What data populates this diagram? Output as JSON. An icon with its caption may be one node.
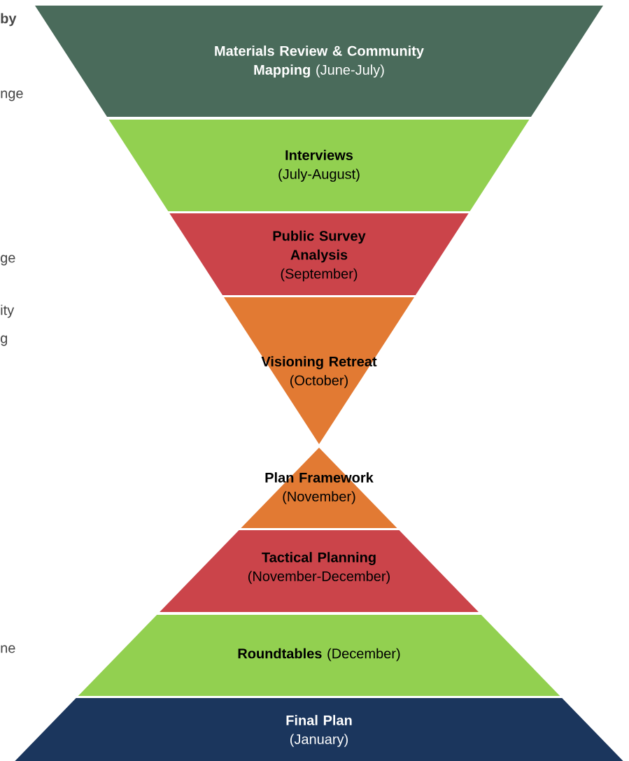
{
  "diagram": {
    "nodes": [
      {
        "text": [
          "**Materials Review & Community Mapping** (June-July)"
        ]
      },
      {
        "text": [
          "Interviews",
          "(July-August)"
        ]
      },
      {
        "text": [
          "Public Survey Analysis",
          "(September)"
        ]
      },
      {
        "text": [
          "Visioning Retreat",
          "(October)"
        ]
      },
      {
        "text": [
          "Plan Framework",
          "(November)"
        ]
      },
      {
        "text": [
          "Tactical Planning",
          "(November-December)"
        ]
      },
      {
        "text": [
          "**Roundtables** (December)"
        ]
      },
      {
        "text": [
          "Final Plan",
          "(January)"
        ]
      }
    ],
    "labels": [
      "by",
      "nge",
      "ge",
      "ity",
      "g",
      "ne"
    ]
  }
}
